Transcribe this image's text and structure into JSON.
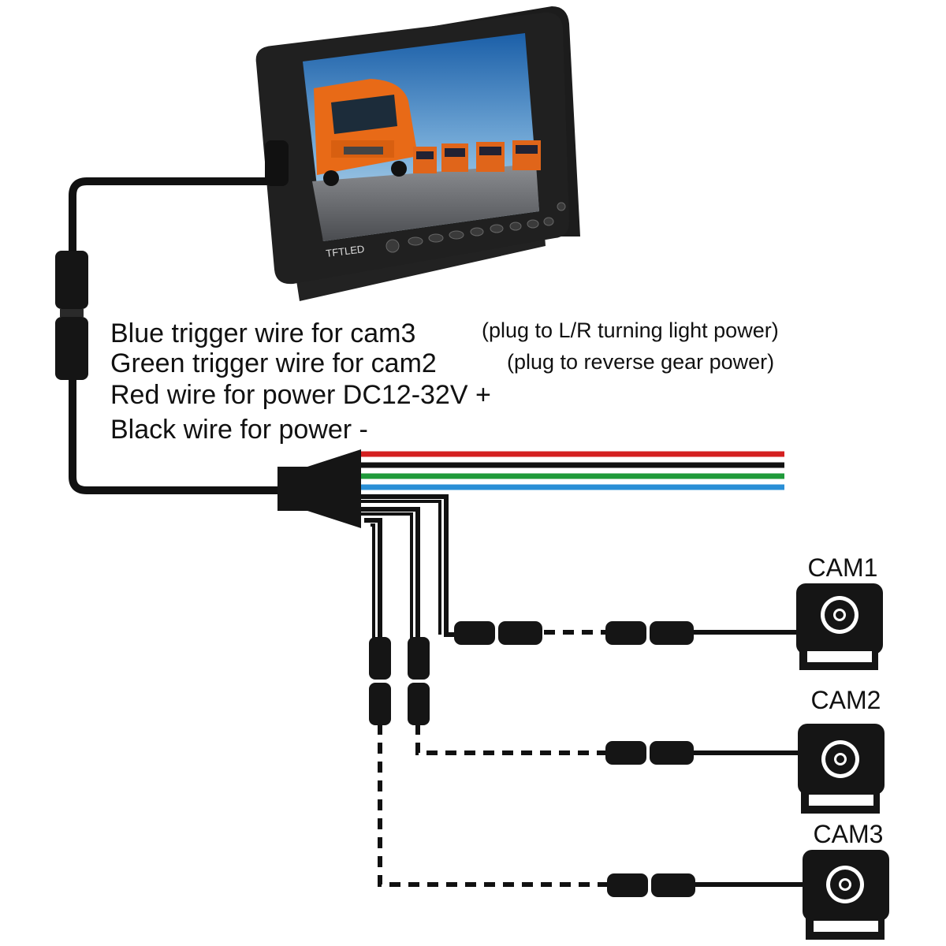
{
  "monitor": {
    "brand": "TFTLED"
  },
  "wires": {
    "blue_label": "Blue trigger wire for cam3",
    "blue_note": "(plug to L/R turning light power)",
    "green_label": "Green trigger wire for cam2",
    "green_note": "(plug to reverse gear power)",
    "red_label": "Red wire for power  DC12-32V +",
    "black_label": "Black wire for power -",
    "colors": {
      "red": "#d42020",
      "black": "#111111",
      "green": "#1f9a3a",
      "blue": "#2a8fd6"
    }
  },
  "cameras": [
    {
      "label": "CAM1"
    },
    {
      "label": "CAM2"
    },
    {
      "label": "CAM3"
    }
  ]
}
